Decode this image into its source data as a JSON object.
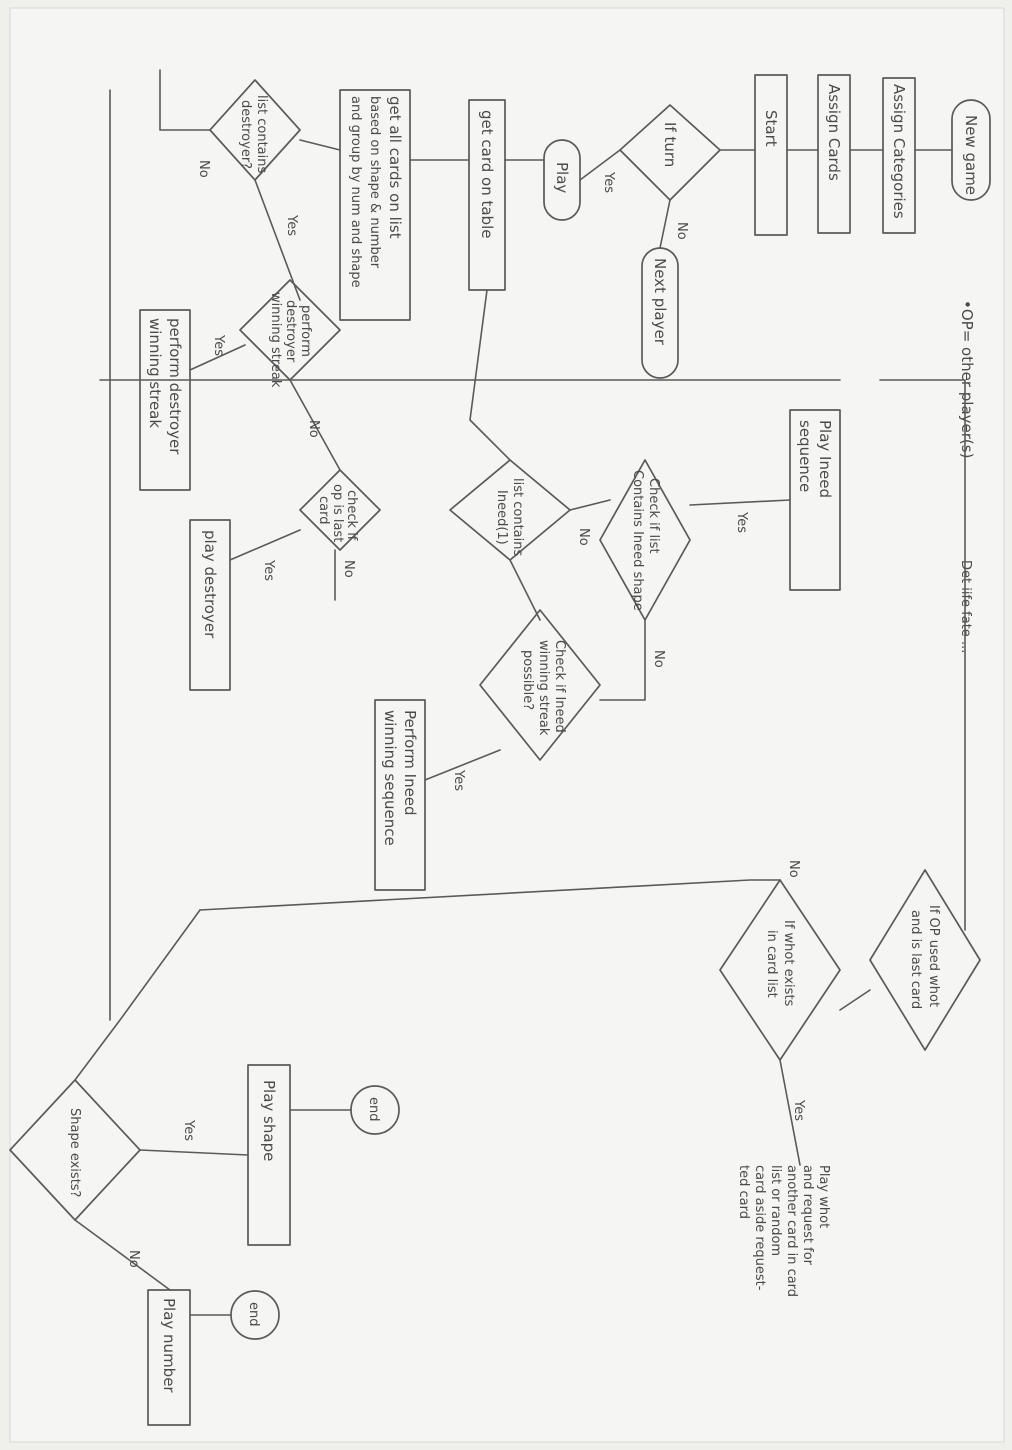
{
  "header": {
    "legend": "•OP= other player(s)",
    "note": "Det iife fate ..."
  },
  "nodes": {
    "new_game": "New game",
    "assign_categories": "Assign Categories",
    "assign_cards": "Assign Cards",
    "start": "Start",
    "if_turn": "If turn",
    "next_player": "Next player",
    "play": "Play",
    "get_card_on_table": "get card on table",
    "get_all_cards": [
      "get all cards on list",
      "based on shape & number",
      "and group by num and shape"
    ],
    "list_contains_destroyer": [
      "list contains",
      "destroyer?"
    ],
    "perform_destroyer_winning_streak": [
      "perform",
      "destroyer",
      "winning streak"
    ],
    "perform_destroyer_winning_streak_box": [
      "perform destroyer",
      "winning streak"
    ],
    "check_if_op_is_last_card": [
      "check if",
      "op is last",
      "card"
    ],
    "play_destroyer": "play destroyer",
    "list_contains_ineed": [
      "list contains",
      "Ineed(1)"
    ],
    "check_list_contains_ineed_shape": [
      "Check if list",
      "Contains Ineed shape"
    ],
    "play_ineed_sequence": [
      "Play Ineed",
      "sequence"
    ],
    "check_ineed_winning_streak": [
      "Check if Ineed",
      "winning streak",
      "possible?"
    ],
    "perform_ineed_winning_sequence": [
      "Perform Ineed",
      "winning sequence"
    ],
    "op_used_whot": [
      "If OP used whot",
      "and is last card"
    ],
    "whot_exists": [
      "If whot exists",
      "in card list"
    ],
    "play_whot": [
      "Play whot",
      "and request for",
      "another card in card",
      "list or random",
      "card aside request-",
      "ted card"
    ],
    "shape_exists": "Shape exists?",
    "play_shape": "Play shape",
    "play_number": "Play number",
    "end_1": "end",
    "end_2": "end"
  },
  "edge_labels": {
    "yes": "Yes",
    "no": "No"
  }
}
